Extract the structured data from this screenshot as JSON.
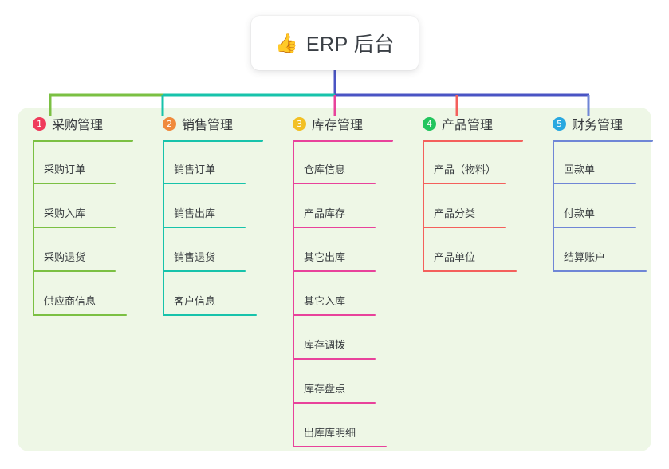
{
  "root": {
    "emoji": "👍",
    "emoji_name": "thumbs-up-icon",
    "title": "ERP 后台"
  },
  "theme": {
    "panel_background": "#eef7e6",
    "page_background": "#ffffff",
    "root_card_background": "#ffffff",
    "trunk_color": "#4a54c4",
    "bus_segment_left": "#7bc043",
    "bus_segment_middle": "#17c3ab",
    "bus_segment_right": "#4a54c4"
  },
  "columns": [
    {
      "index": "1",
      "badge_color": "#ef3b5b",
      "line_color": "#7bc043",
      "title": "采购管理",
      "items": [
        {
          "label": "采购订单"
        },
        {
          "label": "采购入库"
        },
        {
          "label": "采购退货"
        },
        {
          "label": "供应商信息"
        }
      ]
    },
    {
      "index": "2",
      "badge_color": "#f08a3c",
      "line_color": "#17c3ab",
      "title": "销售管理",
      "items": [
        {
          "label": "销售订单"
        },
        {
          "label": "销售出库"
        },
        {
          "label": "销售退货"
        },
        {
          "label": "客户信息"
        }
      ]
    },
    {
      "index": "3",
      "badge_color": "#f2c024",
      "line_color": "#e8429b",
      "title": "库存管理",
      "items": [
        {
          "label": "仓库信息"
        },
        {
          "label": "产品库存"
        },
        {
          "label": "其它出库"
        },
        {
          "label": "其它入库"
        },
        {
          "label": "库存调拨"
        },
        {
          "label": "库存盘点"
        },
        {
          "label": "出库库明细"
        }
      ]
    },
    {
      "index": "4",
      "badge_color": "#22c55e",
      "line_color": "#f4605c",
      "title": "产品管理",
      "items": [
        {
          "label": "产品（物料）"
        },
        {
          "label": "产品分类"
        },
        {
          "label": "产品单位"
        }
      ]
    },
    {
      "index": "5",
      "badge_color": "#29a8e0",
      "line_color": "#6f86d6",
      "title": "财务管理",
      "items": [
        {
          "label": "回款单"
        },
        {
          "label": "付款单"
        },
        {
          "label": "结算账户"
        }
      ]
    }
  ]
}
